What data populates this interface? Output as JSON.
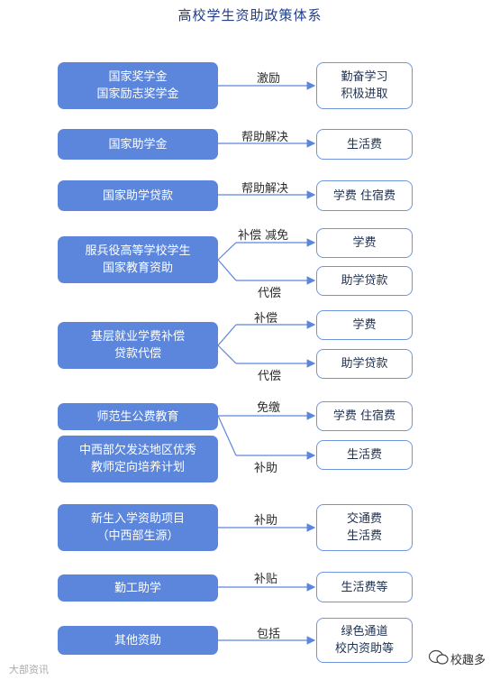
{
  "title": "高校学生资助政策体系",
  "rows": [
    {
      "left": [
        "国家奖学金",
        "国家励志奖学金"
      ],
      "label": "激励",
      "right": [
        "勤奋学习",
        "积极进取"
      ]
    },
    {
      "left": [
        "国家助学金"
      ],
      "label": "帮助解决",
      "right": [
        "生活费"
      ]
    },
    {
      "left": [
        "国家助学贷款"
      ],
      "label": "帮助解决",
      "right": [
        "学费  住宿费"
      ]
    },
    {
      "left": [
        "服兵役高等学校学生",
        "国家教育资助"
      ],
      "labels": [
        "补偿  减免",
        "代偿"
      ],
      "rights": [
        [
          "学费"
        ],
        [
          "助学贷款"
        ]
      ]
    },
    {
      "left": [
        "基层就业学费补偿",
        "贷款代偿"
      ],
      "labels": [
        "补偿",
        "代偿"
      ],
      "rights": [
        [
          "学费"
        ],
        [
          "助学贷款"
        ]
      ]
    },
    {
      "left": [
        "师范生公费教育"
      ],
      "label": "免缴",
      "right": [
        "学费  住宿费"
      ]
    },
    {
      "left": [
        "中西部欠发达地区优秀",
        "教师定向培养计划"
      ],
      "label": "补助",
      "right": [
        "生活费"
      ]
    },
    {
      "left": [
        "新生入学资助项目",
        "（中西部生源）"
      ],
      "label": "补助",
      "right": [
        "交通费",
        "生活费"
      ]
    },
    {
      "left": [
        "勤工助学"
      ],
      "label": "补贴",
      "right": [
        "生活费等"
      ]
    },
    {
      "left": [
        "其他资助"
      ],
      "label": "包括",
      "right": [
        "绿色通道",
        "校内资助等"
      ]
    }
  ],
  "watermark": {
    "left": "大部资讯",
    "right": "校趣多"
  }
}
